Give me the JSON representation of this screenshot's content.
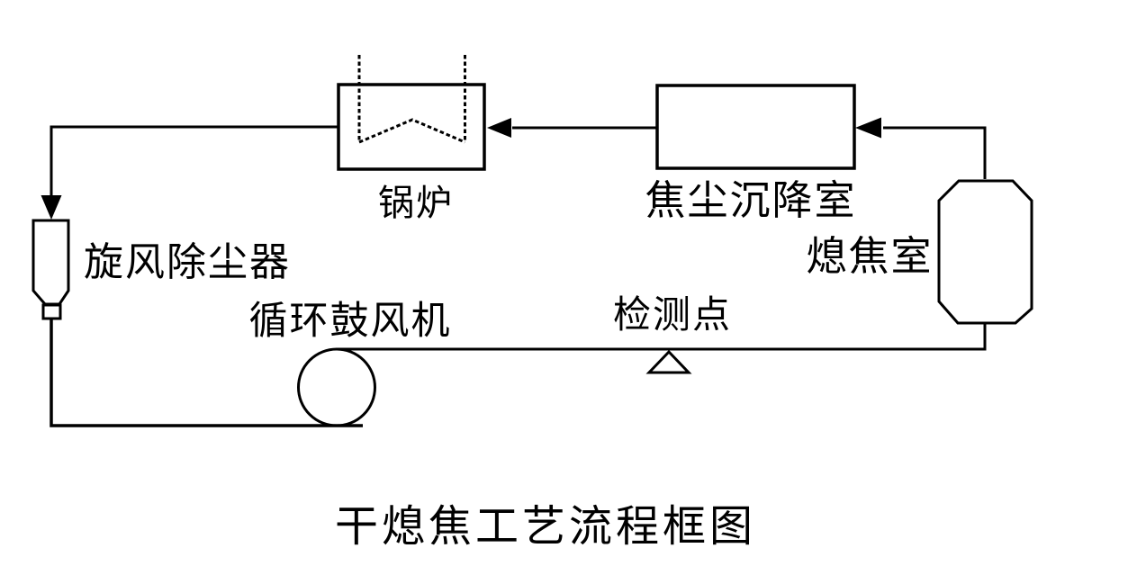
{
  "diagram": {
    "title": "干熄焦工艺流程框图",
    "type": "process-flow-block-diagram",
    "colors": {
      "stroke": "#000000",
      "background": "#ffffff"
    },
    "nodes": {
      "boiler": {
        "label": "锅炉"
      },
      "dust_settling_chamber": {
        "label": "焦尘沉降室"
      },
      "coke_quenching_chamber": {
        "label": "熄焦室"
      },
      "cyclone_dust_collector": {
        "label": "旋风除尘器"
      },
      "circulating_blower": {
        "label": "循环鼓风机"
      },
      "detection_point": {
        "label": "检测点"
      }
    }
  }
}
